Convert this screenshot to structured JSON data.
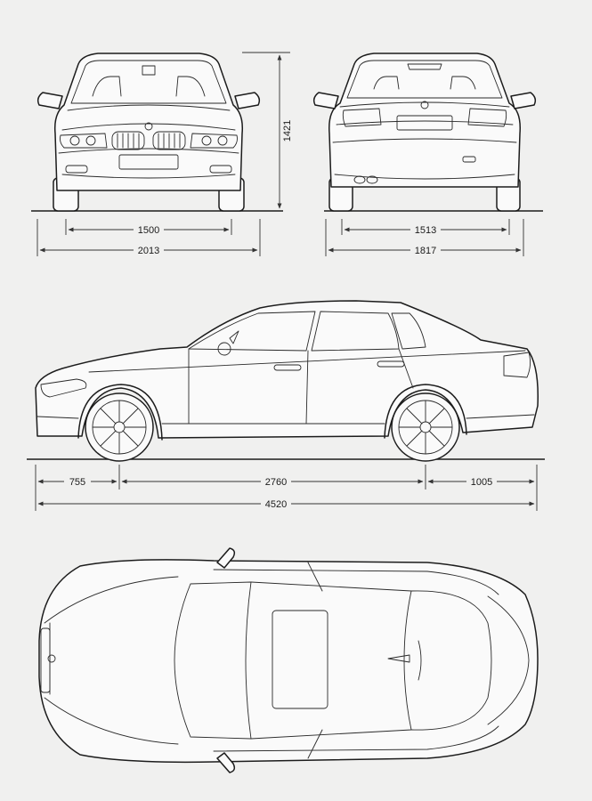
{
  "diagram": {
    "views": [
      "front",
      "rear",
      "side",
      "top"
    ],
    "units": "mm",
    "colors": {
      "background": "#f0f0ef",
      "line": "#1c1c1c"
    },
    "dimensions": {
      "height": "1421",
      "front_track": "1500",
      "front_width": "2013",
      "rear_track": "1513",
      "rear_width": "1817",
      "front_overhang": "755",
      "wheelbase": "2760",
      "rear_overhang": "1005",
      "overall_length": "4520"
    }
  }
}
